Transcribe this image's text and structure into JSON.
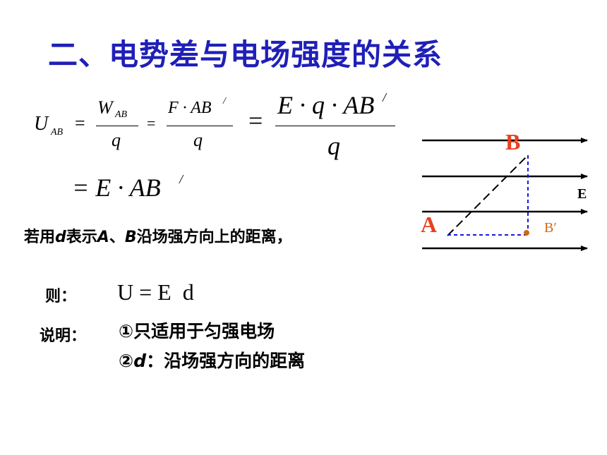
{
  "title": "二、电势差与电场强度的关系",
  "formula": {
    "U": "U",
    "U_sub": "AB",
    "eq": "=",
    "W": "W",
    "W_sub": "AB",
    "q": "q",
    "f2_num": "F · AB",
    "prime": "/",
    "f3_num": "E · q · AB",
    "line2": "= E · AB"
  },
  "text": {
    "condition_pre": "若用",
    "condition_d": "d",
    "condition_mid1": "表示",
    "condition_A": "A",
    "condition_mid2": "、",
    "condition_B": "B",
    "condition_post": "沿场强方向上的距离，",
    "then_label": "则：",
    "then_formula": "U = E  d",
    "note_label": "说明：",
    "note_1": "①只适用于匀强电场",
    "note_2_prefix": "②",
    "note_2_d": "d",
    "note_2_rest": "：沿场强方向的距离"
  },
  "diagram": {
    "label_B": "B",
    "label_A": "A",
    "label_Bprime": "B′",
    "label_E": "E"
  },
  "colors": {
    "title": "#1f1fb8",
    "point_label": "#e8401c",
    "dashed": "#1a1ad6",
    "bprime": "#cc6a1a"
  }
}
